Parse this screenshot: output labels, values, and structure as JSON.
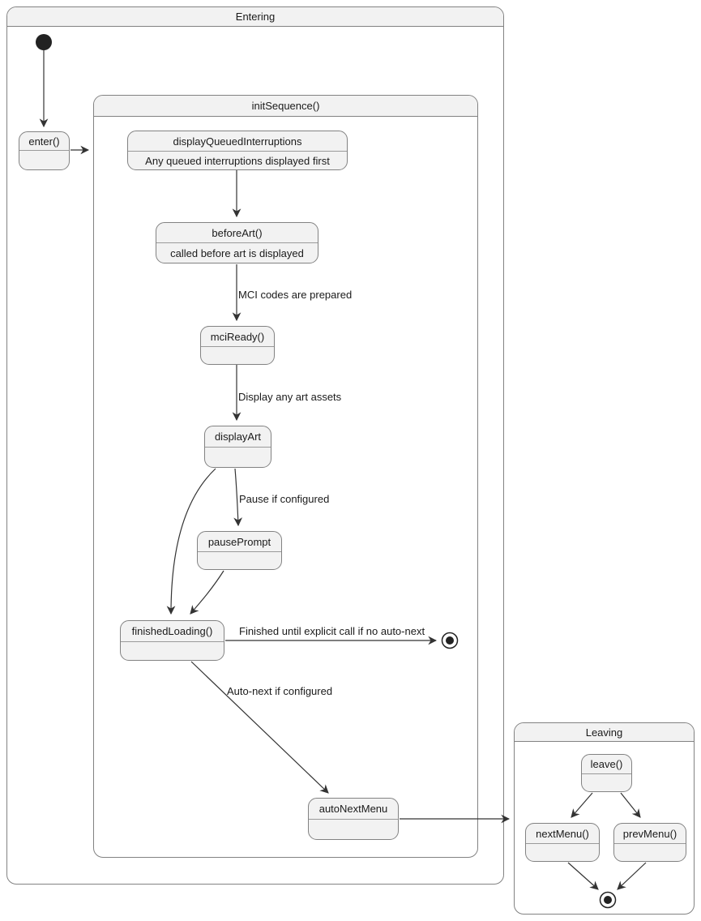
{
  "diagram": {
    "containers": {
      "entering": {
        "title": "Entering"
      },
      "initSequence": {
        "title": "initSequence()"
      },
      "leaving": {
        "title": "Leaving"
      }
    },
    "states": {
      "enter": {
        "title": "enter()"
      },
      "displayQueuedInterruptions": {
        "title": "displayQueuedInterruptions",
        "description": "Any queued interruptions displayed first"
      },
      "beforeArt": {
        "title": "beforeArt()",
        "description": "called before art is displayed"
      },
      "mciReady": {
        "title": "mciReady()"
      },
      "displayArt": {
        "title": "displayArt"
      },
      "pausePrompt": {
        "title": "pausePrompt"
      },
      "finishedLoading": {
        "title": "finishedLoading()"
      },
      "autoNextMenu": {
        "title": "autoNextMenu"
      },
      "leave": {
        "title": "leave()"
      },
      "nextMenu": {
        "title": "nextMenu()"
      },
      "prevMenu": {
        "title": "prevMenu()"
      }
    },
    "edge_labels": {
      "mci_codes": "MCI codes are prepared",
      "display_art": "Display any art assets",
      "pause": "Pause if configured",
      "finished": "Finished until explicit call if no auto-next",
      "auto_next": "Auto-next if configured"
    },
    "colors": {
      "state_fill": "#f2f2f2",
      "state_border": "#828282",
      "arrow": "#333333",
      "text": "#1a1a1a",
      "canvas_bg": "#ffffff"
    }
  }
}
